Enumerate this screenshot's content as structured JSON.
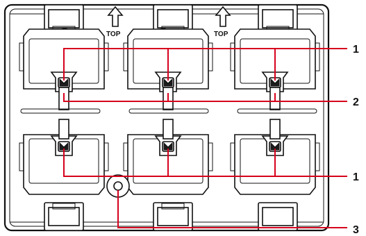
{
  "figure": {
    "labels": {
      "top_left": "TOP",
      "top_right": "TOP"
    },
    "callouts": {
      "upper_latches": "1",
      "middle_connectors": "2",
      "lower_latches": "1",
      "mounting_hole": "3"
    },
    "colors": {
      "leader_line": "#d6001c",
      "outline": "#111111",
      "background": "#ffffff"
    }
  }
}
